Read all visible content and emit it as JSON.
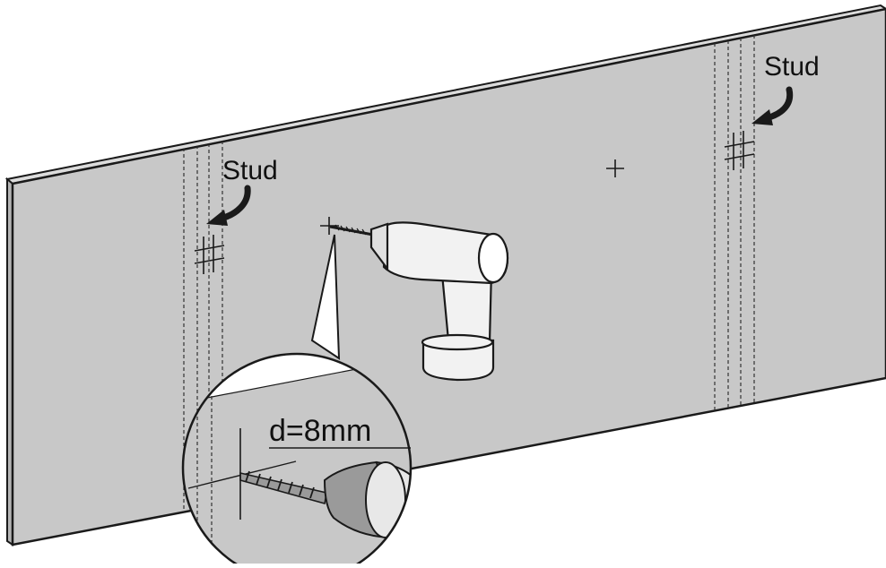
{
  "labels": {
    "stud_left": "Stud",
    "stud_right": "Stud",
    "drill_diameter": "d=8mm"
  },
  "colors": {
    "wall_face": "#c8c8c8",
    "wall_edge": "#dcdcdc",
    "outline": "#1a1a1a",
    "drill_body": "#f2f2f2",
    "chuck": "#9a9a9a",
    "background": "#ffffff"
  },
  "icons": [
    "drill-icon",
    "drill-bit-icon",
    "curved-arrow-icon",
    "cross-mark-icon"
  ]
}
